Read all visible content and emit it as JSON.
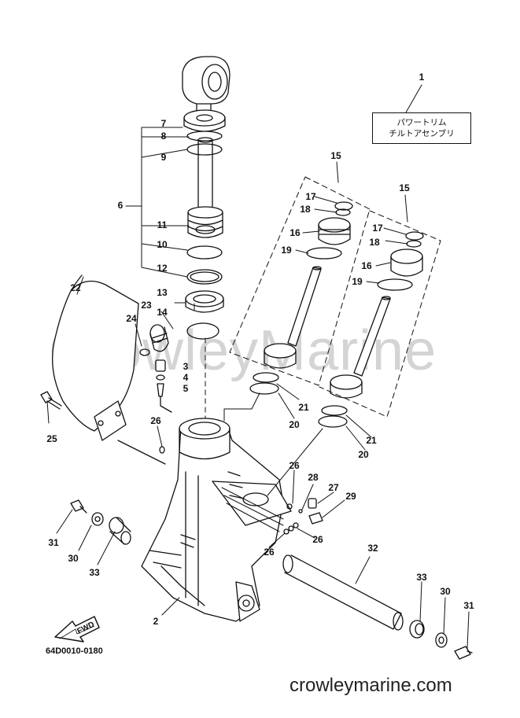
{
  "diagram": {
    "assembly_box": {
      "line1": "パワートリム",
      "line2": "チルトアセンブリ"
    },
    "watermark": "CrowleyMarine",
    "footer_text": "crowleymarine.com",
    "drawing_code": "64D0010-0180",
    "fwd_label": "FWD",
    "callouts": [
      {
        "id": "c1",
        "text": "1"
      },
      {
        "id": "c7",
        "text": "7"
      },
      {
        "id": "c8",
        "text": "8"
      },
      {
        "id": "c9",
        "text": "9"
      },
      {
        "id": "c6",
        "text": "6"
      },
      {
        "id": "c11",
        "text": "11"
      },
      {
        "id": "c10",
        "text": "10"
      },
      {
        "id": "c12",
        "text": "12"
      },
      {
        "id": "c13",
        "text": "13"
      },
      {
        "id": "c14",
        "text": "14"
      },
      {
        "id": "c22",
        "text": "22"
      },
      {
        "id": "c23",
        "text": "23"
      },
      {
        "id": "c24",
        "text": "24"
      },
      {
        "id": "c3",
        "text": "3"
      },
      {
        "id": "c4",
        "text": "4"
      },
      {
        "id": "c5",
        "text": "5"
      },
      {
        "id": "c25",
        "text": "25"
      },
      {
        "id": "c26a",
        "text": "26"
      },
      {
        "id": "c15a",
        "text": "15"
      },
      {
        "id": "c17a",
        "text": "17"
      },
      {
        "id": "c18a",
        "text": "18"
      },
      {
        "id": "c16a",
        "text": "16"
      },
      {
        "id": "c19a",
        "text": "19"
      },
      {
        "id": "c15b",
        "text": "15"
      },
      {
        "id": "c17b",
        "text": "17"
      },
      {
        "id": "c18b",
        "text": "18"
      },
      {
        "id": "c16b",
        "text": "16"
      },
      {
        "id": "c19b",
        "text": "19"
      },
      {
        "id": "c21a",
        "text": "21"
      },
      {
        "id": "c20a",
        "text": "20"
      },
      {
        "id": "c21b",
        "text": "21"
      },
      {
        "id": "c20b",
        "text": "20"
      },
      {
        "id": "c26b",
        "text": "26"
      },
      {
        "id": "c28",
        "text": "28"
      },
      {
        "id": "c27",
        "text": "27"
      },
      {
        "id": "c29",
        "text": "29"
      },
      {
        "id": "c26c",
        "text": "26"
      },
      {
        "id": "c26d",
        "text": "26"
      },
      {
        "id": "c31a",
        "text": "31"
      },
      {
        "id": "c30a",
        "text": "30"
      },
      {
        "id": "c33a",
        "text": "33"
      },
      {
        "id": "c32",
        "text": "32"
      },
      {
        "id": "c33b",
        "text": "33"
      },
      {
        "id": "c30b",
        "text": "30"
      },
      {
        "id": "c31b",
        "text": "31"
      },
      {
        "id": "c2",
        "text": "2"
      }
    ]
  }
}
